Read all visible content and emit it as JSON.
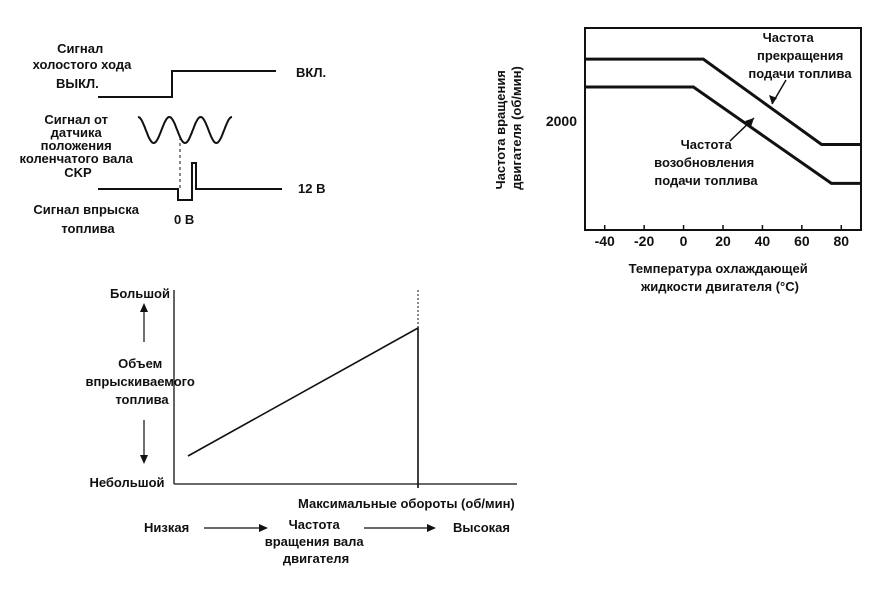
{
  "timing": {
    "idle_label": [
      "Сигнал",
      "холостого хода"
    ],
    "off": "ВЫКЛ.",
    "on": "ВКЛ.",
    "ckp_label": [
      "Сигнал от",
      "датчика",
      "положения",
      "коленчатого вала",
      "CKP"
    ],
    "inj_label": [
      "Сигнал впрыска",
      "топлива"
    ],
    "v0": "0 В",
    "v12": "12 В"
  },
  "rpm_chart": {
    "ylabel": [
      "Частота вращения",
      "двигателя (об/мин)"
    ],
    "xlabel": [
      "Температура охлаждающей",
      "жидкости двигателя (°C)"
    ],
    "cut_label": [
      "Частота",
      "прекращения",
      "подачи топлива"
    ],
    "resume_label": [
      "Частота",
      "возобновления",
      "подачи топлива"
    ]
  },
  "injection": {
    "big": "Большой",
    "small": "Небольшой",
    "ylabel": [
      "Объем",
      "впрыскиваемого",
      "топлива"
    ],
    "max_label": "Максимальные обороты (об/мин)",
    "low": "Низкая",
    "high": "Высокая",
    "xlabel": [
      "Частота",
      "вращения вала",
      "двигателя"
    ]
  },
  "chart_data": [
    {
      "type": "line",
      "xlabel": "Температура охлаждающей жидкости двигателя (°C)",
      "ylabel": "Частота вращения двигателя (об/мин)",
      "xlim": [
        -50,
        90
      ],
      "ylim": [
        1300,
        2600
      ],
      "x_ticks": [
        -40,
        -20,
        0,
        20,
        40,
        60,
        80
      ],
      "y_ticks": [
        2000
      ],
      "grid": false,
      "series": [
        {
          "name": "Частота прекращения подачи топлива",
          "x": [
            -50,
            10,
            70,
            85,
            90
          ],
          "y": [
            2400,
            2400,
            1850,
            1850,
            1850
          ]
        },
        {
          "name": "Частота возобновления подачи топлива",
          "x": [
            -50,
            5,
            75,
            85,
            90
          ],
          "y": [
            2220,
            2220,
            1600,
            1600,
            1600
          ]
        }
      ]
    }
  ]
}
